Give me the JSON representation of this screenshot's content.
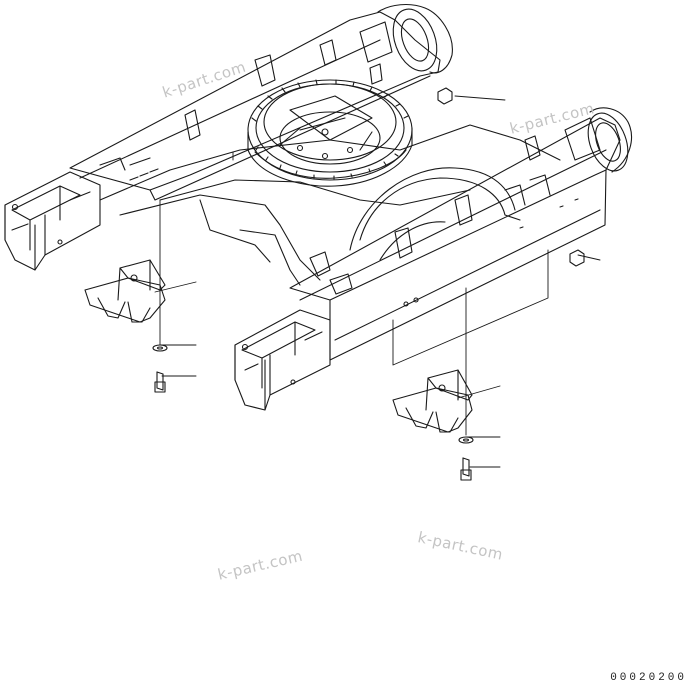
{
  "diagram": {
    "watermarks": [
      "k-part.com",
      "k-part.com",
      "k-part.com",
      "k-part.com"
    ],
    "drawing_code": "00020200",
    "line_color": "#1a1a1a",
    "watermark_color": "#c4c4c4"
  }
}
